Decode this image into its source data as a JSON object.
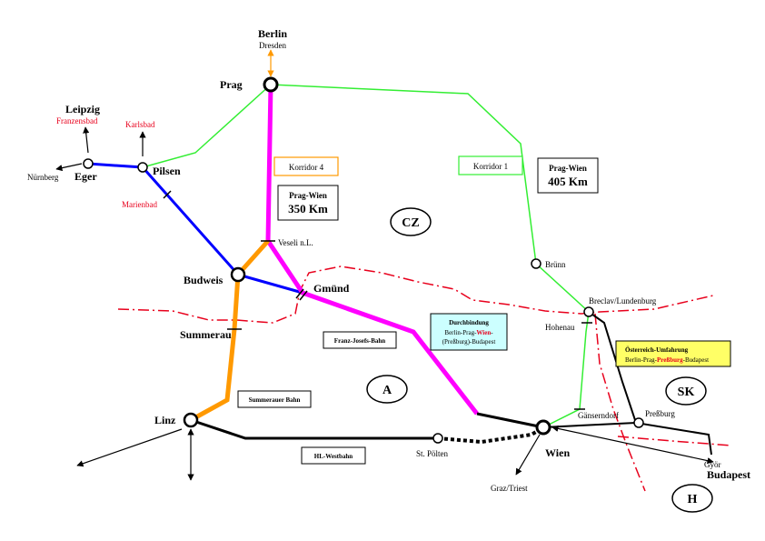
{
  "cities": {
    "berlin": "Berlin",
    "dresden": "Dresden",
    "prag": "Prag",
    "leipzig": "Leipzig",
    "franzensbad": "Franzensbad",
    "karlsbad": "Karlsbad",
    "nurnberg": "Nürnberg",
    "eger": "Eger",
    "pilsen": "Pilsen",
    "marienbad": "Marienbad",
    "veseli": "Veseli n.L.",
    "budweis": "Budweis",
    "gmund": "Gmünd",
    "summerau": "Summerau",
    "linz": "Linz",
    "st_polten": "St. Pölten",
    "wien": "Wien",
    "graz_triest": "Graz/Triest",
    "brunn": "Brünn",
    "breclav": "Breclav/Lundenburg",
    "hohenau": "Hohenau",
    "ganserndorf": "Gänserndorf",
    "pressburg": "Preßburg",
    "gyor": "Györ",
    "budapest": "Budapest"
  },
  "countries": {
    "cz": "CZ",
    "a": "A",
    "sk": "SK",
    "h": "H"
  },
  "boxes": {
    "korridor4": "Korridor 4",
    "korridor1": "Korridor 1",
    "prag_wien_left_line1": "Prag-Wien",
    "prag_wien_left_line2": "350 Km",
    "prag_wien_right_line1": "Prag-Wien",
    "prag_wien_right_line2": "405 Km",
    "franz_josefs_bahn": "Franz-Josefs-Bahn",
    "summerauer_bahn": "Summerauer Bahn",
    "hl_westbahn": "HL-Westbahn",
    "durchbindung_title": "Durchbindung",
    "durchbindung_line2_prefix": "Berlin-Prag-",
    "durchbindung_line2_highlight": "Wien",
    "durchbindung_line2_suffix": "-",
    "durchbindung_line3": "(Preßburg)-Budapest",
    "umfahrung_title": "Österreich-Umfahrung",
    "umfahrung_line2_prefix": "Berlin-Prag-",
    "umfahrung_line2_highlight": "Preßburg",
    "umfahrung_line2_suffix": "-Budapest"
  },
  "colors": {
    "korridor1": "#33ee33",
    "korridor4": "#ff9900",
    "franz_josefs": "#ff00ff",
    "pilsen_line": "#0000ff",
    "border": "#e8001c",
    "durchbindung_bg": "#ccffff",
    "umfahrung_bg": "#ffff66"
  }
}
